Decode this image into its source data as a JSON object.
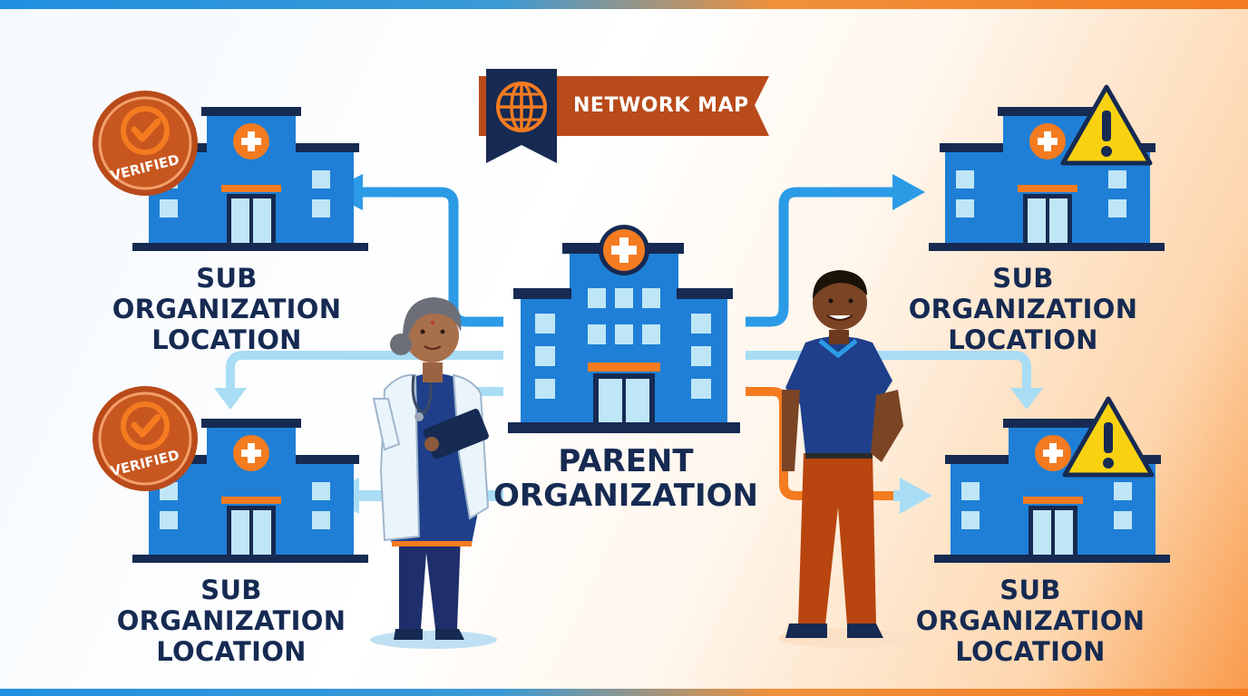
{
  "banner": {
    "title": "NETWORK MAP",
    "icon": "globe-icon"
  },
  "parent": {
    "line1": "PARENT",
    "line2": "ORGANIZATION"
  },
  "sites": [
    {
      "line1": "SUB ORGANIZATION",
      "line2": "LOCATION",
      "badge": "VERIFIED",
      "status": "verified"
    },
    {
      "line1": "SUB ORGANIZATION",
      "line2": "LOCATION",
      "badge": "VERIFIED",
      "status": "verified"
    },
    {
      "line1": "SUB ORGANIZATION",
      "line2": "LOCATION",
      "status": "warning"
    },
    {
      "line1": "SUB ORGANIZATION",
      "line2": "LOCATION",
      "status": "warning"
    }
  ],
  "colors": {
    "navy": "#162a52",
    "blue": "#1f7fd6",
    "light_blue": "#9fd8f2",
    "orange": "#f47b20",
    "rust": "#b94a1a",
    "warning": "#f8d210"
  }
}
